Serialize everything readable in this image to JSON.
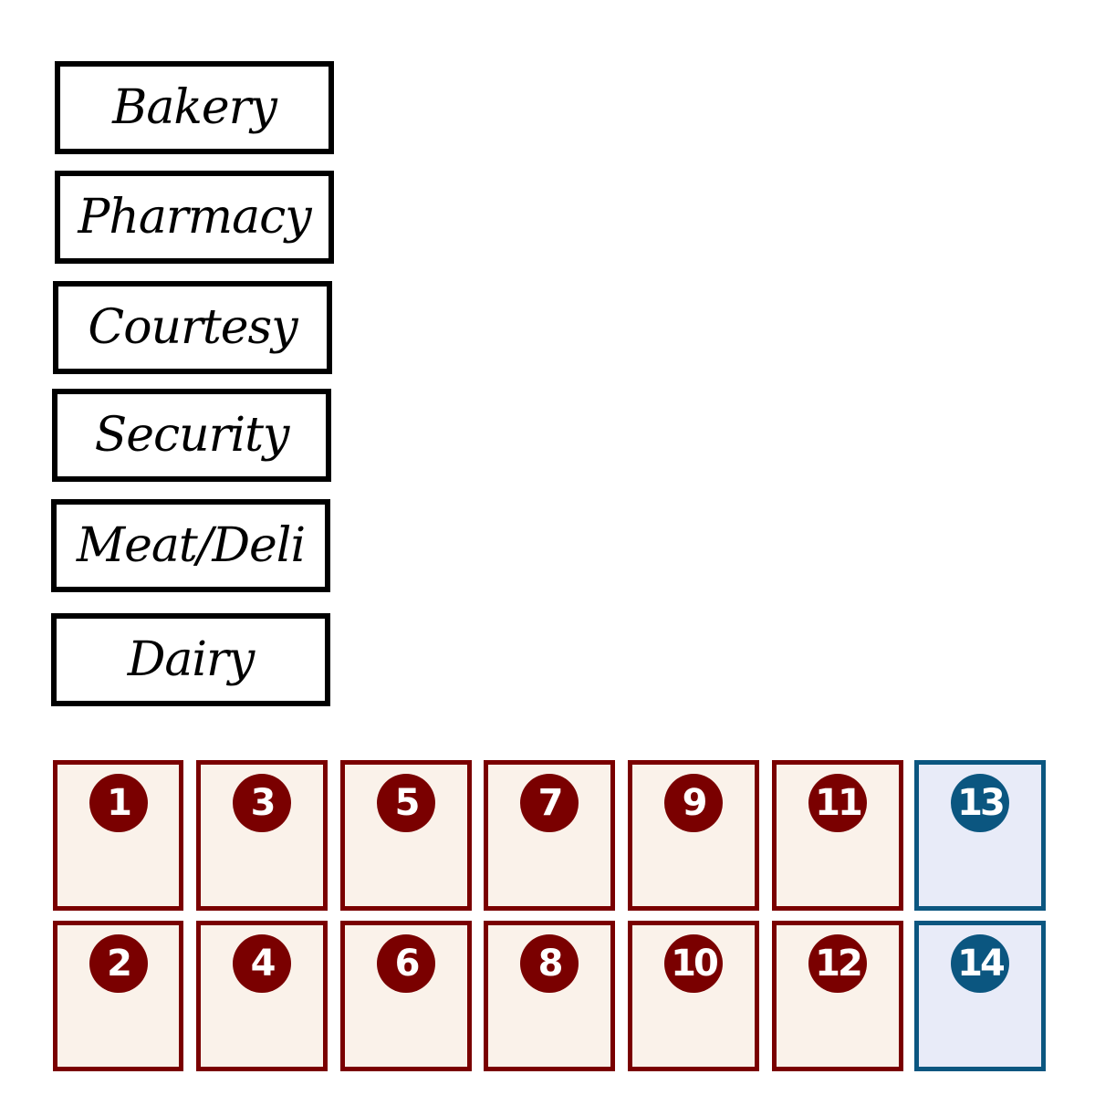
{
  "departments": [
    {
      "label": "Bakery"
    },
    {
      "label": "Pharmacy"
    },
    {
      "label": "Courtesy"
    },
    {
      "label": "Security"
    },
    {
      "label": "Meat/Deli"
    },
    {
      "label": "Dairy"
    }
  ],
  "checkouts": {
    "top_row": [
      {
        "number": "1",
        "style": "red"
      },
      {
        "number": "3",
        "style": "red"
      },
      {
        "number": "5",
        "style": "red"
      },
      {
        "number": "7",
        "style": "red"
      },
      {
        "number": "9",
        "style": "red"
      },
      {
        "number": "11",
        "style": "red"
      },
      {
        "number": "13",
        "style": "blue"
      }
    ],
    "bottom_row": [
      {
        "number": "2",
        "style": "red"
      },
      {
        "number": "4",
        "style": "red"
      },
      {
        "number": "6",
        "style": "red"
      },
      {
        "number": "8",
        "style": "red"
      },
      {
        "number": "10",
        "style": "red"
      },
      {
        "number": "12",
        "style": "red"
      },
      {
        "number": "14",
        "style": "blue"
      }
    ]
  },
  "colors": {
    "red_border": "#7a0000",
    "red_fill": "#faf2ea",
    "blue_border": "#0b5680",
    "blue_fill": "#e8ebf8"
  }
}
